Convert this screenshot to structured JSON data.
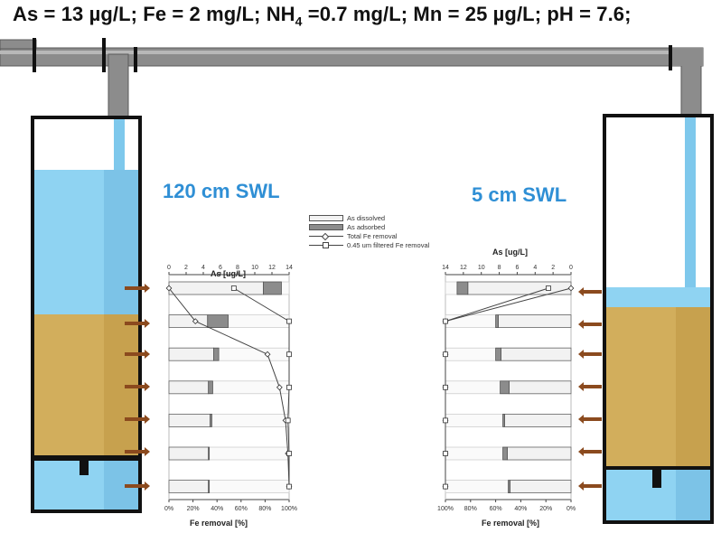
{
  "header": {
    "as_part": "As = 13 µg/L; ",
    "fe_part": "Fe = 2 mg/L; ",
    "nh_prefix": "NH",
    "nh_sub": "4",
    "nh_value": " =0.7 mg/L; ",
    "mn_part": "Mn = 25 µg/L; ",
    "ph_part": "pH = 7.6;"
  },
  "labels": {
    "left_swl": "120 cm SWL",
    "right_swl": "5 cm SWL"
  },
  "legend": {
    "dissolved": "As dissolved",
    "adsorbed": "As adsorbed",
    "total_fe": "Total Fe removal",
    "filtered_fe": "0.45 um filtered Fe removal"
  },
  "colors": {
    "water": "#8fd3f2",
    "sand": "#d2ae5c",
    "pipe": "#8a8a8a",
    "arrow": "#8b4a1e",
    "swl_text": "#2f8fd5",
    "dissolved_bar": "#f2f2f2",
    "adsorbed_bar": "#8c8c8c"
  },
  "chart_data": [
    {
      "type": "bar",
      "name": "left",
      "title": "",
      "top_axis_label": "As [ug/L]",
      "top_ticks": [
        "0",
        "2",
        "4",
        "6",
        "8",
        "10",
        "12",
        "14"
      ],
      "top_range": [
        0,
        14
      ],
      "bottom_axis_label": "Fe removal [%]",
      "bottom_ticks": [
        "0%",
        "20%",
        "40%",
        "60%",
        "80%",
        "100%"
      ],
      "bottom_range": [
        0,
        100
      ],
      "rows": 7,
      "as_dissolved": [
        11,
        4.5,
        5.2,
        4.6,
        4.8,
        4.6,
        4.6
      ],
      "as_adsorbed": [
        2.1,
        2.4,
        0.6,
        0.5,
        0.2,
        0.1,
        0.1
      ],
      "total_fe_removal": [
        0,
        22,
        82,
        92,
        97,
        99,
        100
      ],
      "filtered_fe_removal": [
        54,
        100,
        100,
        100,
        99,
        100,
        100
      ]
    },
    {
      "type": "bar",
      "name": "right",
      "title": "",
      "top_axis_label": "As [ug/L]",
      "top_ticks": [
        "14",
        "12",
        "10",
        "8",
        "6",
        "4",
        "2",
        "0"
      ],
      "top_range": [
        14,
        0
      ],
      "bottom_axis_label": "Fe removal [%]",
      "bottom_ticks": [
        "100%",
        "80%",
        "60%",
        "40%",
        "20%",
        "0%"
      ],
      "bottom_range": [
        100,
        0
      ],
      "rows": 7,
      "as_dissolved": [
        11.5,
        8.1,
        7.8,
        6.9,
        7.4,
        7.1,
        6.8
      ],
      "as_adsorbed": [
        1.2,
        0.3,
        0.6,
        1.0,
        0.2,
        0.5,
        0.2
      ],
      "total_fe_removal": [
        0,
        100,
        100,
        100,
        100,
        100,
        100
      ],
      "filtered_fe_removal": [
        18,
        100,
        100,
        100,
        100,
        100,
        100
      ]
    }
  ]
}
